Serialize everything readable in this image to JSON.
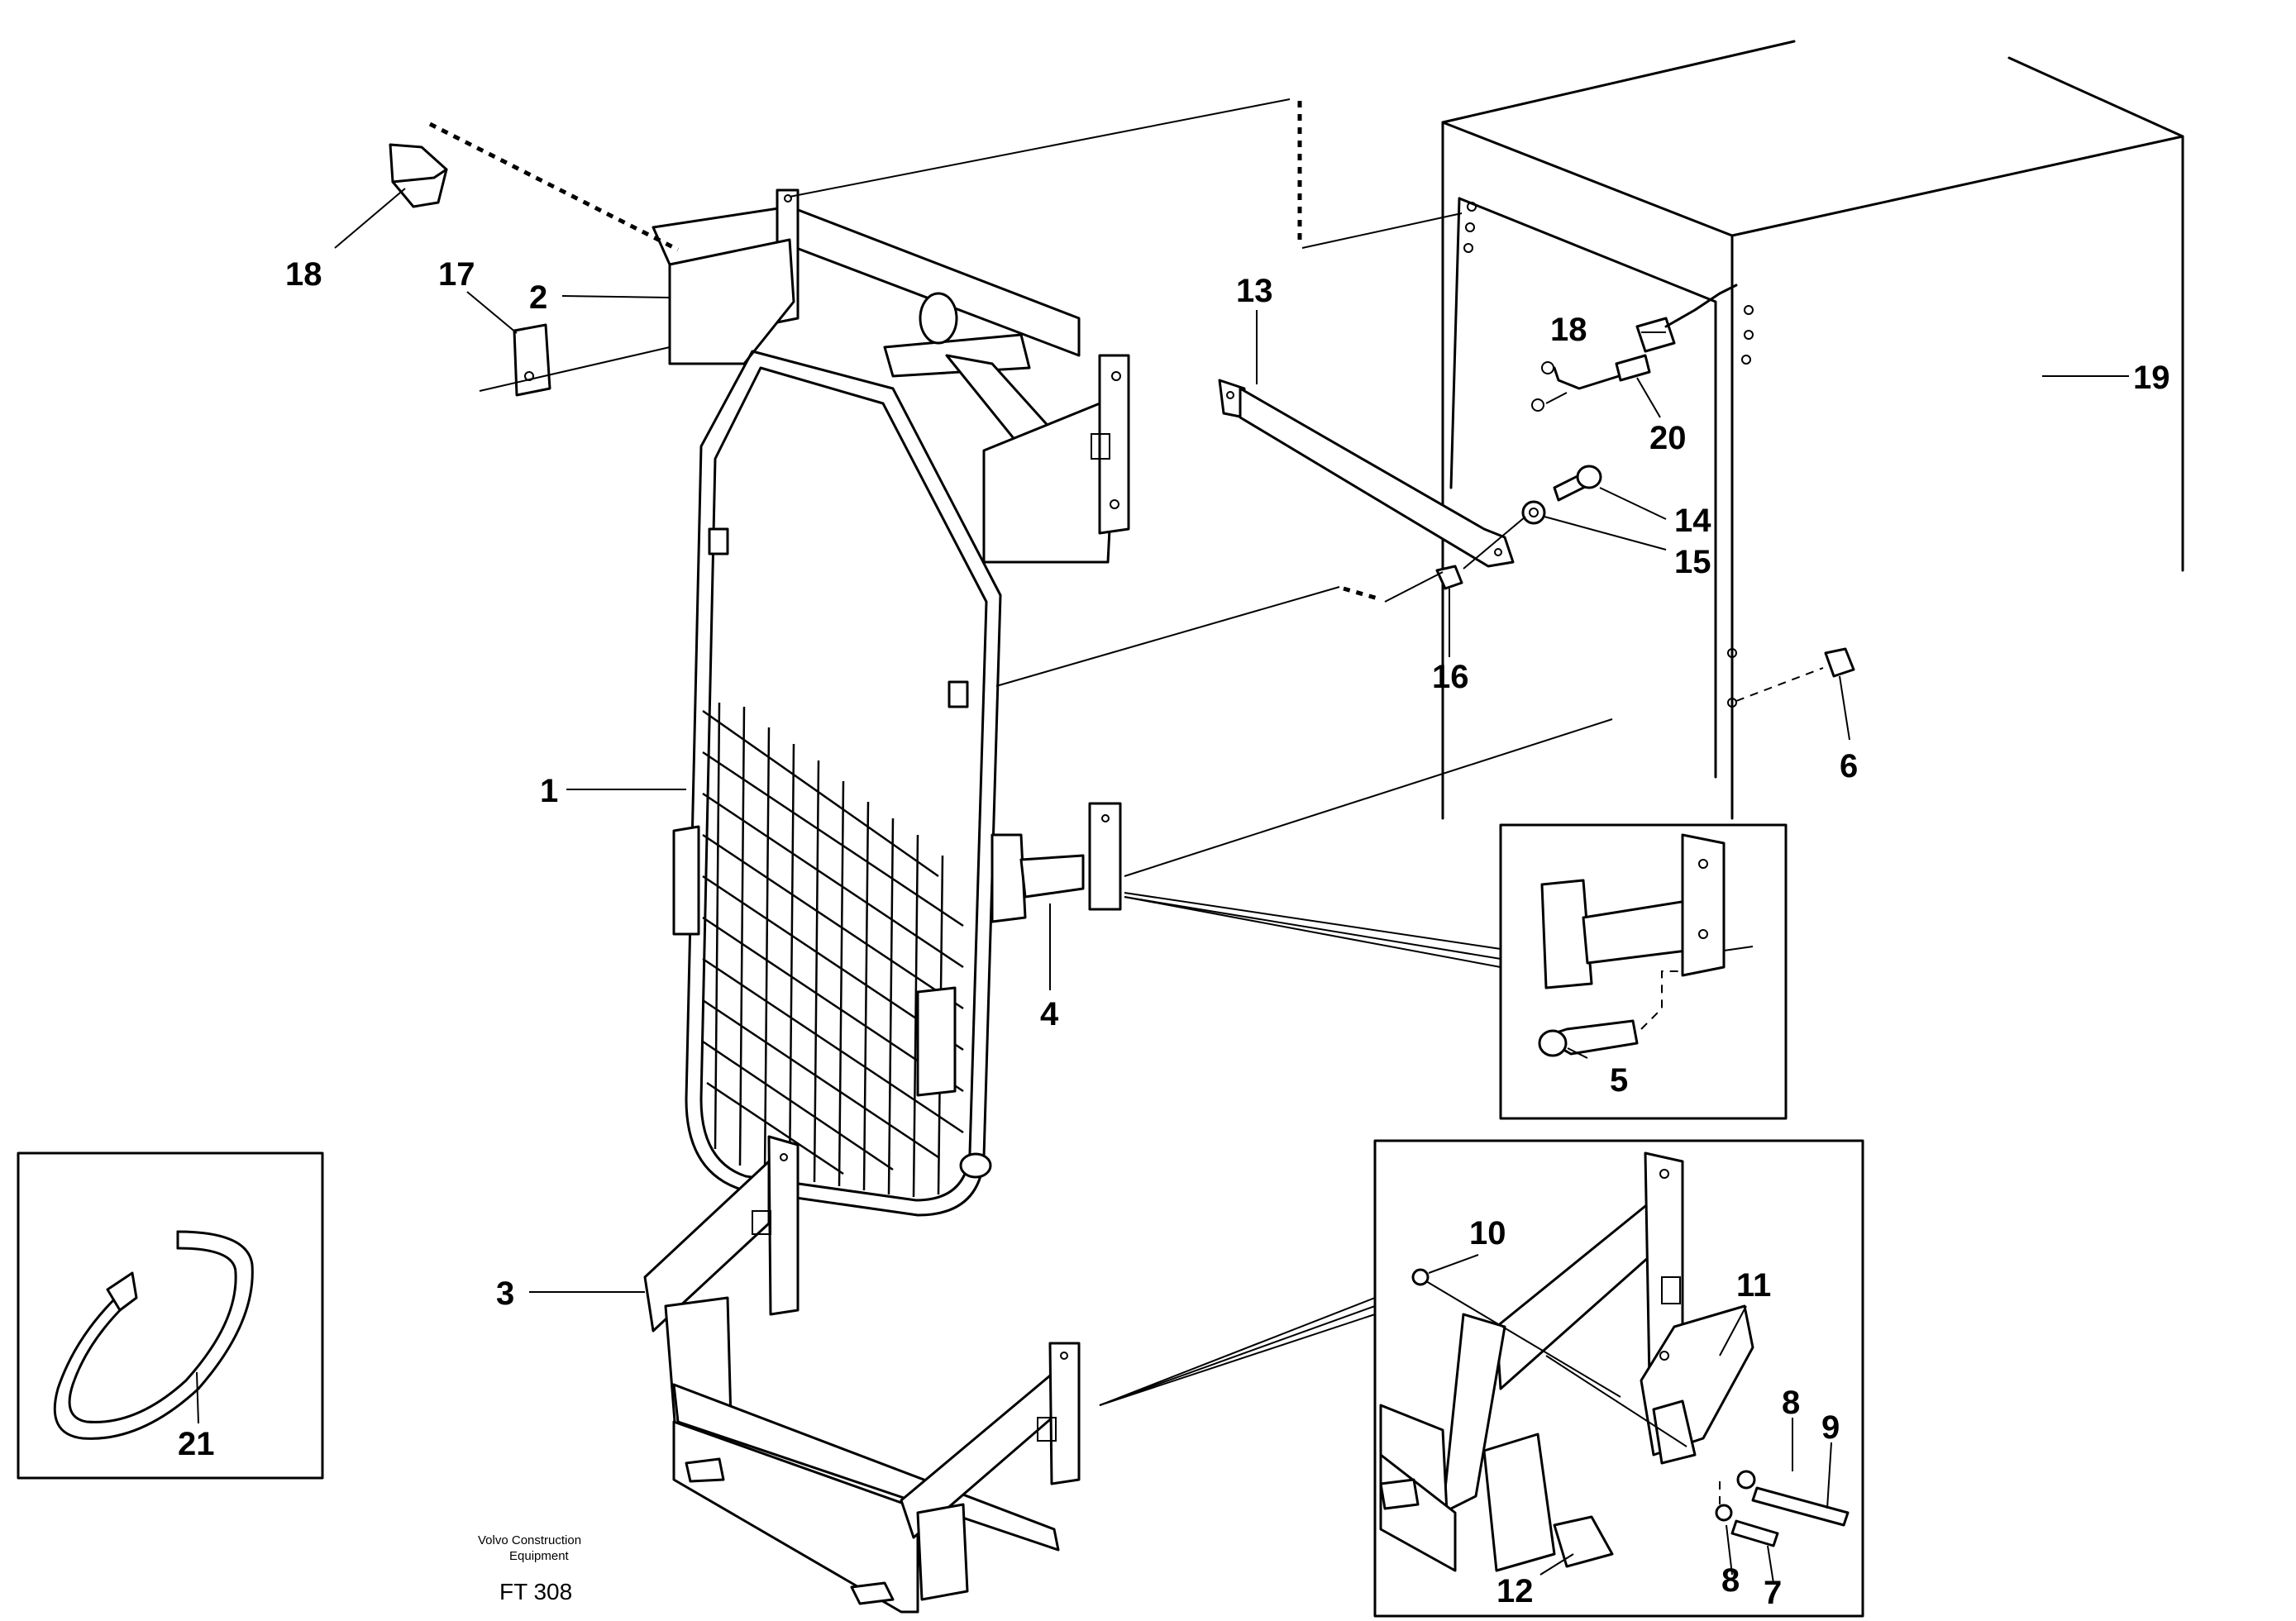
{
  "diagram": {
    "callouts": {
      "c1": "1",
      "c2": "2",
      "c3": "3",
      "c4": "4",
      "c5": "5",
      "c6": "6",
      "c7": "7",
      "c8a": "8",
      "c8b": "8",
      "c9": "9",
      "c10": "10",
      "c11": "11",
      "c12": "12",
      "c13": "13",
      "c14": "14",
      "c15": "15",
      "c16": "16",
      "c17": "17",
      "c18a": "18",
      "c18b": "18",
      "c19": "19",
      "c20": "20",
      "c21": "21"
    },
    "credit_line1": "Volvo Construction",
    "credit_line2": "Equipment",
    "figure_code": "FT 308"
  }
}
